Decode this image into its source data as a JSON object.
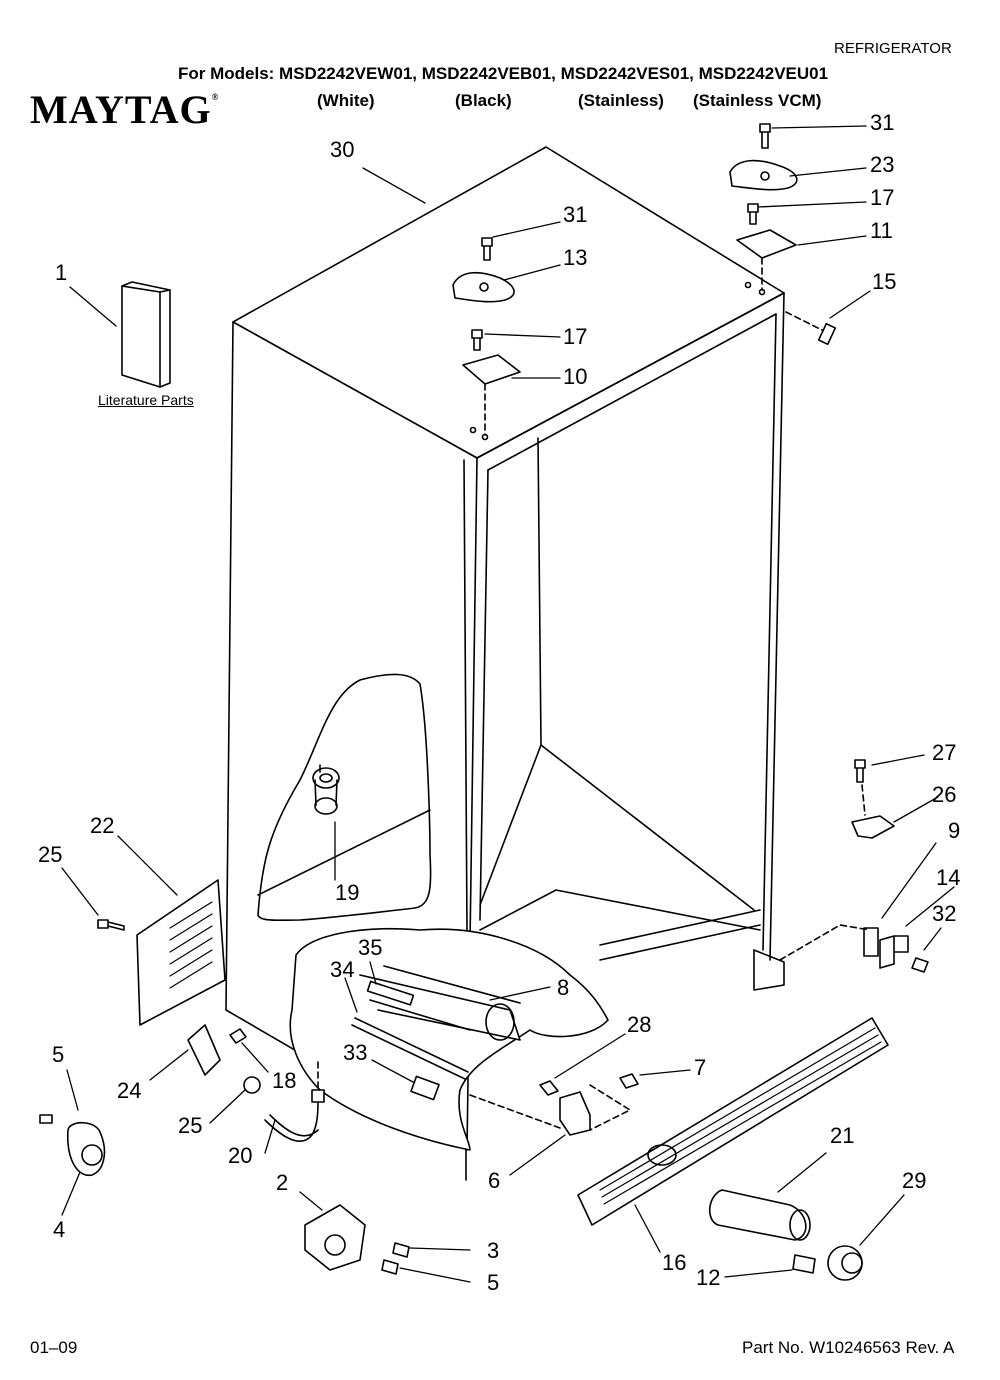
{
  "header": {
    "category": "REFRIGERATOR",
    "models_line": "For Models: MSD2242VEW01, MSD2242VEB01, MSD2242VES01, MSD2242VEU01",
    "variants": [
      "(White)",
      "(Black)",
      "(Stainless)",
      "(Stainless VCM)"
    ],
    "brand": "MAYTAG"
  },
  "literature_label": "Literature Parts",
  "callouts": [
    "1",
    "2",
    "3",
    "4",
    "5",
    "5",
    "6",
    "7",
    "8",
    "9",
    "10",
    "11",
    "12",
    "13",
    "14",
    "15",
    "16",
    "17",
    "17",
    "18",
    "19",
    "20",
    "21",
    "22",
    "23",
    "24",
    "25",
    "25",
    "26",
    "27",
    "28",
    "29",
    "30",
    "31",
    "31",
    "32",
    "33",
    "34",
    "35"
  ],
  "footer": {
    "date": "01–09",
    "part_number": "Part No. W10246563 Rev. A"
  }
}
